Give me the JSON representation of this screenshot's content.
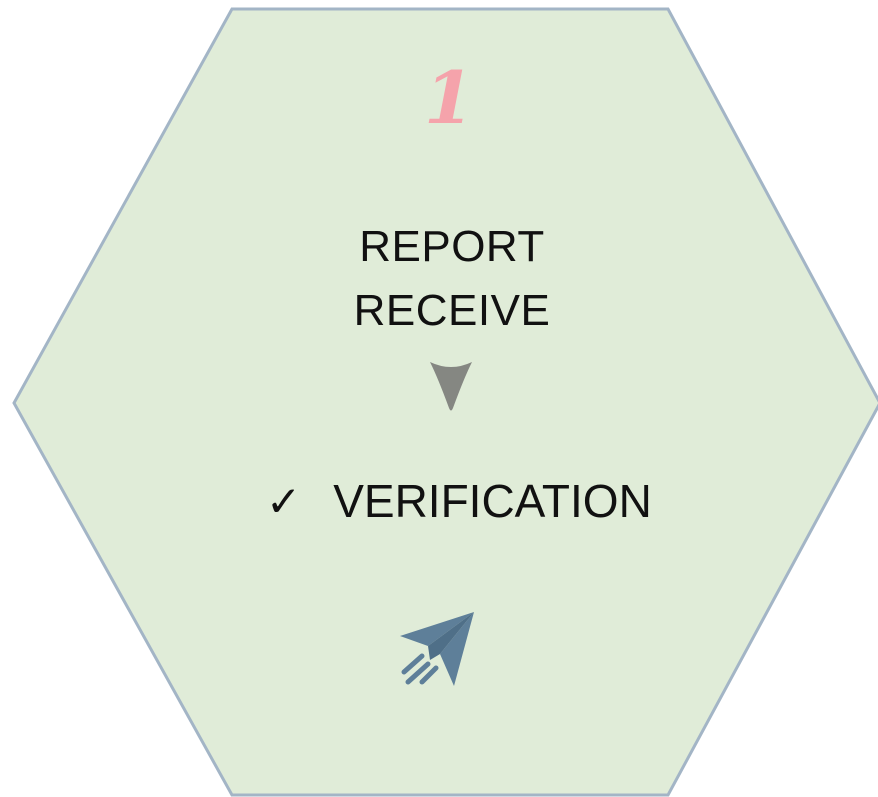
{
  "step": {
    "number": "1",
    "title_lines": [
      "REPORT",
      "RECEIVE"
    ],
    "item": {
      "check_glyph": "✓",
      "label": "VERIFICATION"
    }
  },
  "icons": {
    "arrow": "arrow-down-icon",
    "plane": "paper-plane-icon"
  },
  "colors": {
    "hexagon_fill": "#e0ecd8",
    "hexagon_stroke": "#a3b5c6",
    "number": "#f5a3ab",
    "arrow": "#858782",
    "plane": "#5e7f99",
    "text": "#111111"
  }
}
